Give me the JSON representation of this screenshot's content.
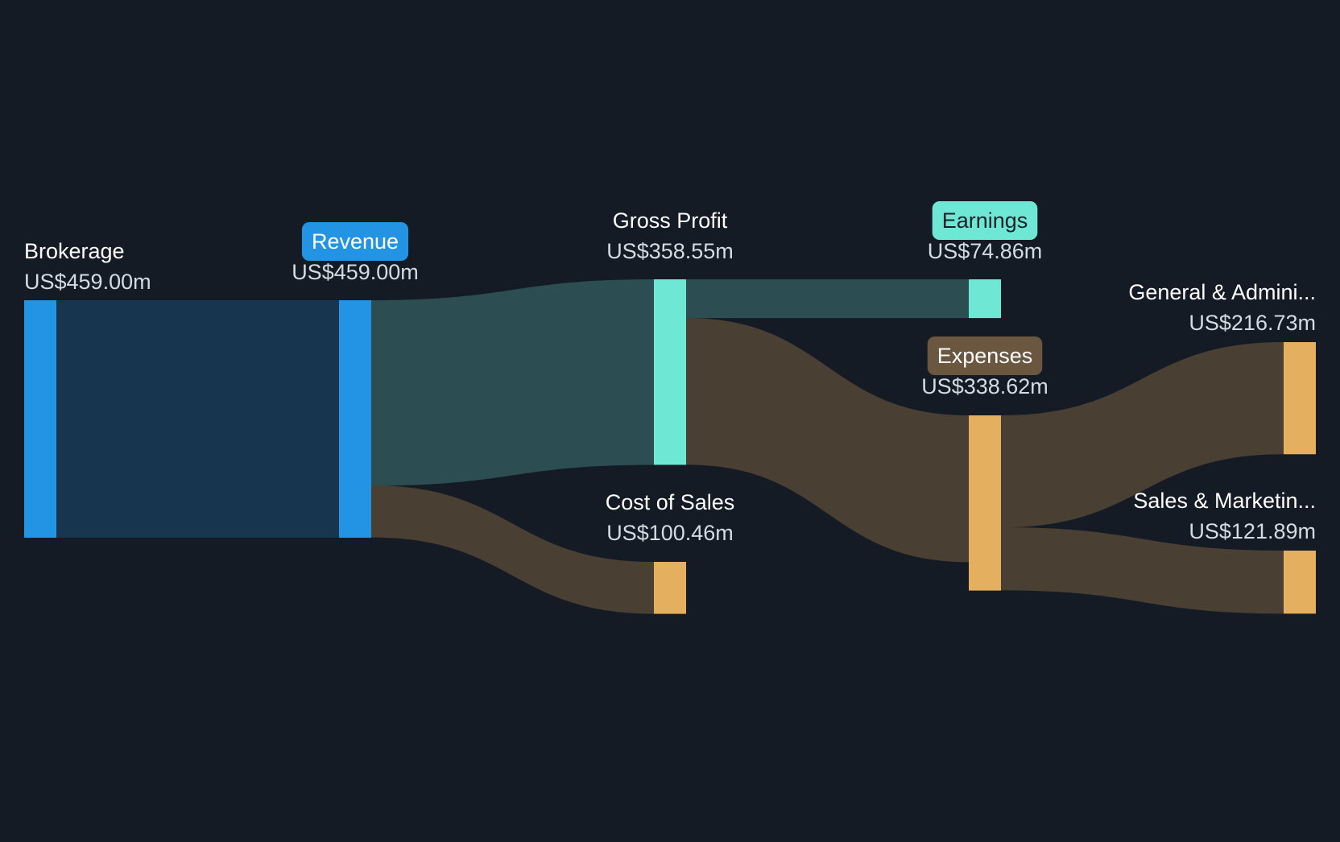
{
  "chart_data": {
    "type": "sankey",
    "unit": "US$ m",
    "nodes": [
      {
        "id": "brokerage",
        "label": "Brokerage",
        "value": 459.0,
        "value_label": "US$459.00m",
        "color": "#2394e3"
      },
      {
        "id": "revenue",
        "label": "Revenue",
        "value": 459.0,
        "value_label": "US$459.00m",
        "color": "#2394e3",
        "pill": true,
        "pill_color": "#2394e3",
        "pill_text_color": "#ffffff"
      },
      {
        "id": "gross",
        "label": "Gross Profit",
        "value": 358.55,
        "value_label": "US$358.55m",
        "color": "#6ee7d4"
      },
      {
        "id": "cos",
        "label": "Cost of Sales",
        "value": 100.46,
        "value_label": "US$100.46m",
        "color": "#e5af60"
      },
      {
        "id": "earnings",
        "label": "Earnings",
        "value": 74.86,
        "value_label": "US$74.86m",
        "color": "#6ee7d4",
        "pill": true,
        "pill_color": "#6ee7d4",
        "pill_text_color": "#14232a"
      },
      {
        "id": "expenses",
        "label": "Expenses",
        "value": 338.62,
        "value_label": "US$338.62m",
        "color": "#e5af60",
        "pill": true,
        "pill_color": "#6b5640",
        "pill_text_color": "#ffffff"
      },
      {
        "id": "ga",
        "label": "General & Admini...",
        "value": 216.73,
        "value_label": "US$216.73m",
        "color": "#e5af60"
      },
      {
        "id": "sm",
        "label": "Sales & Marketin...",
        "value": 121.89,
        "value_label": "US$121.89m",
        "color": "#e5af60"
      }
    ],
    "links": [
      {
        "source": "brokerage",
        "target": "revenue",
        "value": 459.0,
        "color": "#18354f"
      },
      {
        "source": "revenue",
        "target": "gross",
        "value": 358.55,
        "color": "#2c4d51"
      },
      {
        "source": "revenue",
        "target": "cos",
        "value": 100.46,
        "color": "#4a3f33"
      },
      {
        "source": "gross",
        "target": "earnings",
        "value": 74.86,
        "color": "#2c4d51"
      },
      {
        "source": "gross",
        "target": "expenses",
        "value": 283.69,
        "color": "#4a3f33"
      },
      {
        "source": "expenses",
        "target": "ga",
        "value": 216.73,
        "color": "#4a3f33"
      },
      {
        "source": "expenses",
        "target": "sm",
        "value": 121.89,
        "color": "#4a3f33"
      }
    ],
    "label_color": "#ffffff",
    "value_color": "#d6dbe2",
    "background": "#151b25"
  }
}
